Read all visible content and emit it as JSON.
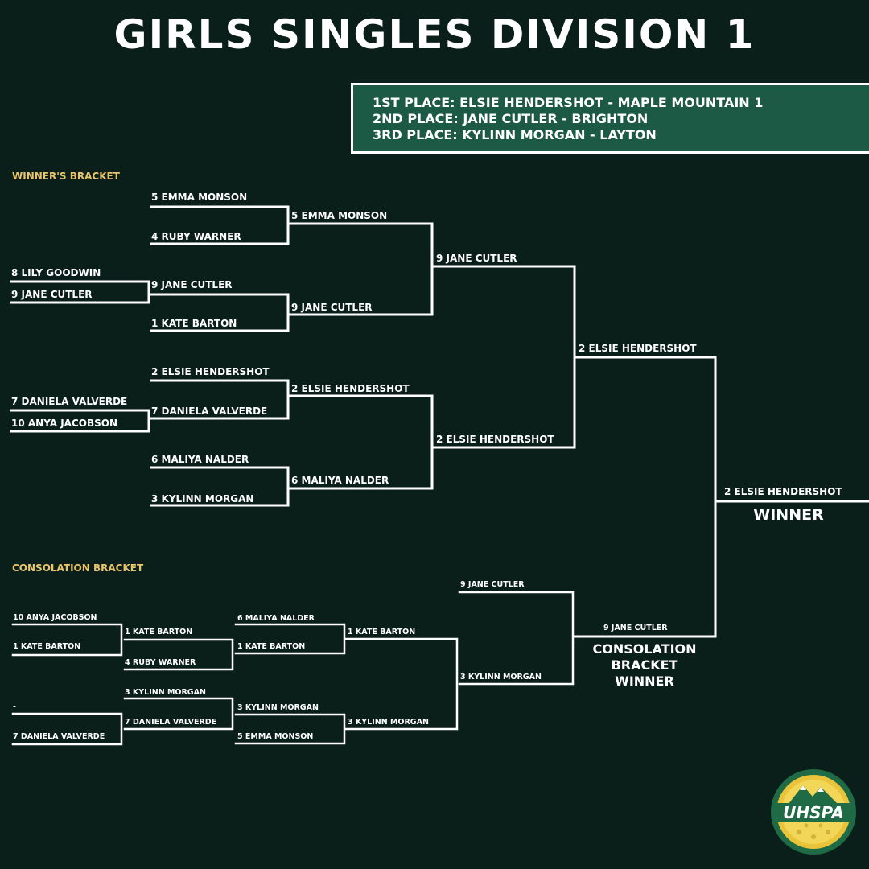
{
  "title": "GIRLS SINGLES DIVISION 1",
  "results": [
    "1ST PLACE: ELSIE HENDERSHOT - MAPLE MOUNTAIN 1",
    "2ND PLACE: JANE CUTLER - BRIGHTON",
    "3RD PLACE: KYLINN MORGAN - LAYTON"
  ],
  "winners_label": "WINNER'S BRACKET",
  "consolation_label": "CONSOLATION BRACKET",
  "winner_caption": "WINNER",
  "consolation_winner_caption": [
    "CONSOLATION",
    "BRACKET",
    "WINNER"
  ],
  "logo_text": "UHSPA",
  "colors": {
    "background": "#0b1f1a",
    "panel": "#1d5a46",
    "accent": "#e9c46a",
    "lines": "#ffffff",
    "logo_green": "#1e6b45",
    "logo_gold": "#e9c43a"
  },
  "winners_bracket": {
    "play_in": [
      {
        "player_a": "8 LILY GOODWIN",
        "player_b": "9 JANE CUTLER"
      },
      {
        "player_a": "7 DANIELA VALVERDE",
        "player_b": "10 ANYA JACOBSON"
      }
    ],
    "round_1": [
      "5 EMMA MONSON",
      "4 RUBY WARNER",
      "9 JANE CUTLER",
      "1 KATE BARTON",
      "2 ELSIE HENDERSHOT",
      "7 DANIELA VALVERDE",
      "6 MALIYA NALDER",
      "3 KYLINN MORGAN"
    ],
    "round_2": [
      "5 EMMA MONSON",
      "9 JANE CUTLER",
      "2 ELSIE HENDERSHOT",
      "6 MALIYA NALDER"
    ],
    "semifinals": [
      "9 JANE CUTLER",
      "2 ELSIE HENDERSHOT"
    ],
    "final": "2 ELSIE HENDERSHOT",
    "champion": "2 ELSIE HENDERSHOT"
  },
  "consolation_bracket": {
    "round_1": [
      "10 ANYA JACOBSON",
      "1 KATE BARTON",
      "-",
      "7 DANIELA VALVERDE"
    ],
    "round_2": [
      "1 KATE BARTON",
      "4 RUBY WARNER",
      "3 KYLINN MORGAN",
      "7 DANIELA VALVERDE"
    ],
    "round_3": [
      "6 MALIYA NALDER",
      "1 KATE BARTON",
      "3 KYLINN MORGAN",
      "5 EMMA MONSON"
    ],
    "round_4": [
      "1 KATE BARTON",
      "3 KYLINN MORGAN"
    ],
    "round_5": "3 KYLINN MORGAN",
    "final_opponent": "9 JANE CUTLER",
    "winner": "9 JANE CUTLER"
  }
}
